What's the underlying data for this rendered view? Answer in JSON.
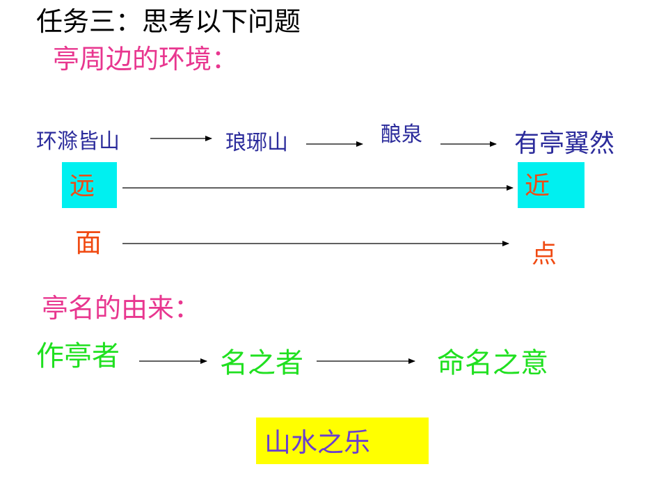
{
  "slide": {
    "task_title": "任务三：思考以下问题",
    "heading_environment": "亭周边的环境：",
    "heading_name_origin": "亭名的由来：",
    "colors": {
      "pink": "#E8368F",
      "navy": "#2B2B9B",
      "orange": "#F04A12",
      "green": "#20E020",
      "cyan": "#00F0F0",
      "yellow": "#FFFF00",
      "violet": "#6A3FCF"
    }
  },
  "environment_chain": [
    "环滁皆山",
    "琅琊山",
    "酿泉",
    "有亭翼然"
  ],
  "distance": {
    "far": "远",
    "near": "近"
  },
  "scope": {
    "area": "面",
    "point": "点"
  },
  "name_chain": [
    "作亭者",
    "名之者",
    "命名之意"
  ],
  "conclusion": "山水之乐"
}
